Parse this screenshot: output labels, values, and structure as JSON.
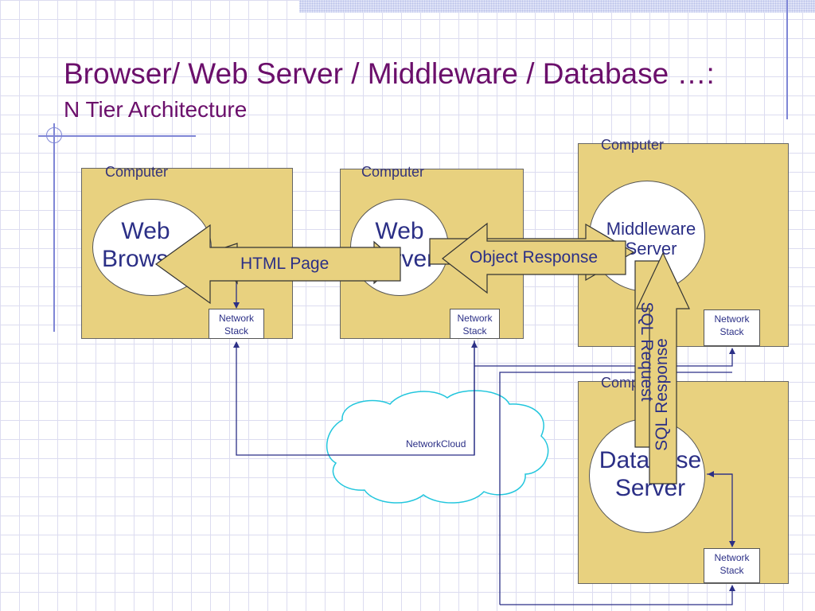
{
  "slide": {
    "title_line1": "Browser/ Web Server / Middleware / Database …:",
    "title_line2": "N Tier Architecture"
  },
  "computers": [
    {
      "label": "Computer",
      "app": "Web\nBrowser",
      "stack": "Network\nStack"
    },
    {
      "label": "Computer",
      "app": "Web\nServer",
      "stack": "Network\nStack"
    },
    {
      "label": "Computer",
      "app": "Middleware\nServer",
      "stack": "Network\nStack"
    },
    {
      "label": "Computer",
      "app": "Database\nServer",
      "stack": "Network\nStack"
    }
  ],
  "cloud": {
    "label": "NetworkCloud"
  },
  "arrows": {
    "html_page": "HTML Page",
    "object_response": "Object Response",
    "sql_request": "SQL Request",
    "sql_response": "SQL Response"
  },
  "colors": {
    "title": "#6b0f6b",
    "computer_fill": "#e8d17f",
    "arrow_fill": "#e8d17f",
    "text": "#2b2f86",
    "line": "#2b2f86",
    "cloud": "#22c6dd"
  }
}
